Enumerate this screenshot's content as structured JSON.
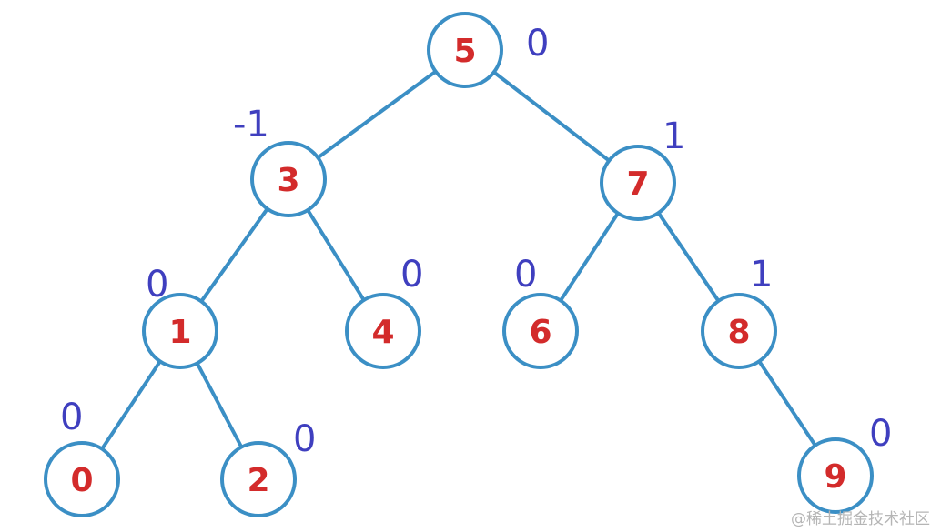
{
  "tree": {
    "nodes": [
      {
        "id": "n5",
        "key": "5",
        "balance": "0"
      },
      {
        "id": "n3",
        "key": "3",
        "balance": "-1"
      },
      {
        "id": "n7",
        "key": "7",
        "balance": "1"
      },
      {
        "id": "n1",
        "key": "1",
        "balance": "0"
      },
      {
        "id": "n4",
        "key": "4",
        "balance": "0"
      },
      {
        "id": "n6",
        "key": "6",
        "balance": "0"
      },
      {
        "id": "n8",
        "key": "8",
        "balance": "1"
      },
      {
        "id": "n0",
        "key": "0",
        "balance": "0"
      },
      {
        "id": "n2",
        "key": "2",
        "balance": "0"
      },
      {
        "id": "n9",
        "key": "9",
        "balance": "0"
      }
    ],
    "edges": [
      [
        "n5",
        "n3"
      ],
      [
        "n5",
        "n7"
      ],
      [
        "n3",
        "n1"
      ],
      [
        "n3",
        "n4"
      ],
      [
        "n7",
        "n6"
      ],
      [
        "n7",
        "n8"
      ],
      [
        "n1",
        "n0"
      ],
      [
        "n1",
        "n2"
      ],
      [
        "n8",
        "n9"
      ]
    ]
  },
  "colors": {
    "edge": "#3b8fc5",
    "node_key": "#d32b2b",
    "balance": "#3f3fbf"
  },
  "watermark": {
    "text": "@稀土掘金技术社区"
  }
}
